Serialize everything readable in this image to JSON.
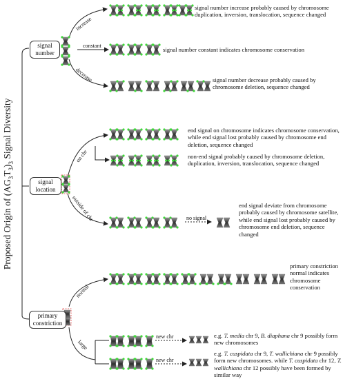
{
  "title": {
    "prefix": "Proposed Origin of",
    "formula_open": "(AG",
    "sub1": "3",
    "formula_mid": "T",
    "sub2": "3",
    "formula_close": ")",
    "sub3": "3",
    "suffix": "Signal Diversity"
  },
  "categories": {
    "signal_number": {
      "line1": "signal",
      "line2": "number"
    },
    "signal_location": {
      "line1": "signal",
      "line2": "location"
    },
    "primary_constriction": {
      "line1": "primary",
      "line2": "constriction"
    }
  },
  "branch_labels": {
    "increase": "increase",
    "constant": "constant",
    "decrease": "decrease",
    "on_chr": "on chr",
    "outside_of_chr": "outside of chr",
    "normal": "normal",
    "large": "large",
    "no_signal": "no signal",
    "new_chr_1": "new chr",
    "new_chr_2": "new chr"
  },
  "descriptions": {
    "increase": "signal number increase probably caused by chromosome duplication, inversion, translocation, sequence changed",
    "constant": "signal number constant indicates chromosome conservation",
    "decrease": "signal number decrease probably caused by chromosome deletion, sequence changed",
    "end_signal": "end signal on chromosome indicates chromosome conservation, while end signal lost probably caused by chromosome end deletion, sequence changed",
    "non_end": "non-end signal probably caused by chromosome deletion, duplication, inversion, translocation, sequence changed",
    "deviate": "end signal deviate from chromosome probably caused by chromosome satellite, while end signal lost probably caused by chromosome end deletion, sequence changed",
    "normal": "primary constriction normal indicates chromosome conservation",
    "large1": {
      "prefix": "e.g. ",
      "sp1": "T. media",
      "mid1": " chr 9, ",
      "sp2": "B. diaphana",
      "rest": " chr 9 possibly form new chromosomes"
    },
    "large2": {
      "prefix": "e.g. ",
      "sp1": "T. cuspidata",
      "mid1": " chr 9, ",
      "sp2": "T. wallichiana",
      "mid2": " chr 9 possibly form new chromosomes. while ",
      "sp3": "T. cuspidata",
      "mid3": " chr 12, ",
      "sp4": "T. wallichiana",
      "rest": " chr 12 possibly have been formed by similar way"
    }
  },
  "colors": {
    "signal": "#3fd63a",
    "chromosome_dark": "#333333",
    "chromosome_light": "#8a8a8a",
    "line": "#222222",
    "highlight_box": "#e04040"
  },
  "icons": [
    "chromosome-icon",
    "green-signal-dot-icon",
    "arrow-icon"
  ]
}
